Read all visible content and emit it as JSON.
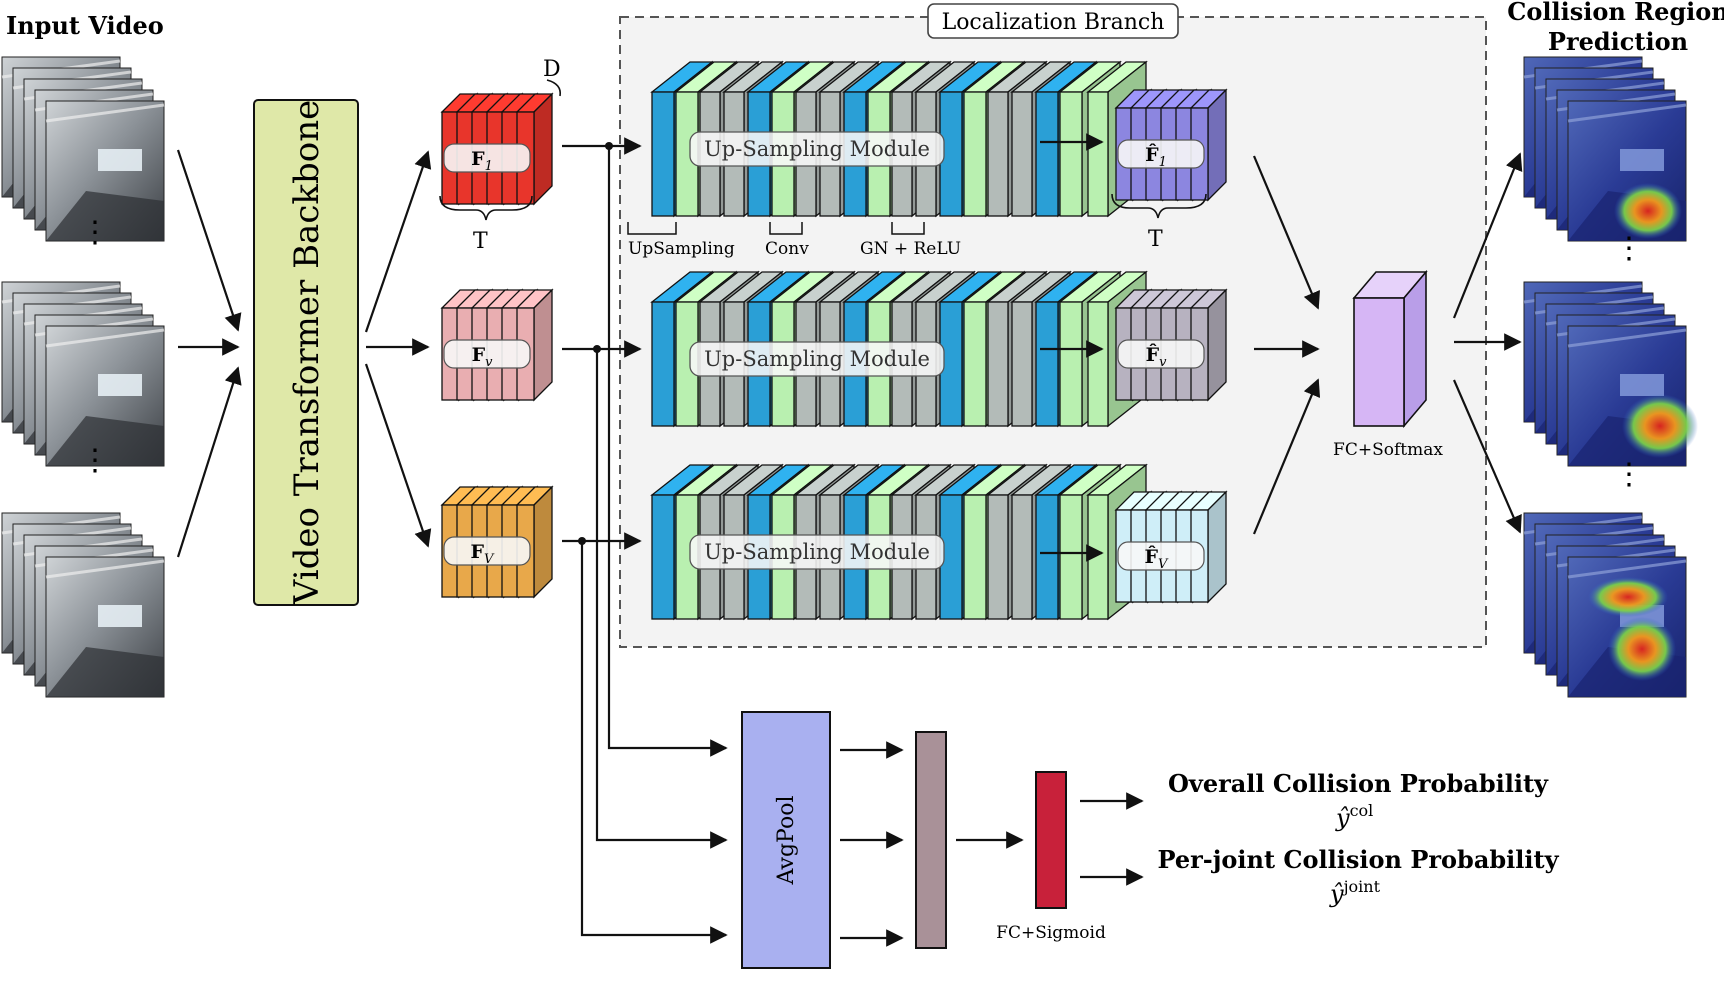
{
  "input": {
    "title": "Input Video",
    "dots": "⋮"
  },
  "backbone": {
    "label": "Video Transformer Backbone"
  },
  "features": {
    "d_label": "D",
    "t_label": "T",
    "items": [
      {
        "main": "F",
        "sub": "1",
        "color": "#e8352b"
      },
      {
        "main": "F",
        "sub": "v",
        "color": "#e9aeb1"
      },
      {
        "main": "F",
        "sub": "V",
        "color": "#e8a84a"
      }
    ]
  },
  "localization": {
    "title": "Localization Branch",
    "module_label": "Up-Sampling Module",
    "legend": {
      "upsampling": "UpSampling",
      "conv": "Conv",
      "gn_relu": "GN + ReLU"
    },
    "colors": {
      "blue": "#2a9fd6",
      "green": "#b9f0b0",
      "gray": "#b3bbb8"
    }
  },
  "refined": {
    "t_label": "T",
    "items": [
      {
        "main": "F̂",
        "sub": "1",
        "color": "#8c86e0"
      },
      {
        "main": "F̂",
        "sub": "v",
        "color": "#b7b2c0"
      },
      {
        "main": "F̂",
        "sub": "V",
        "color": "#cfeef8"
      }
    ]
  },
  "fc_softmax": {
    "label": "FC+Softmax",
    "color": "#d6b6f5"
  },
  "prediction": {
    "title_line1": "Collision Region",
    "title_line2": "Prediction",
    "dots": "⋮"
  },
  "classification": {
    "avgpool_label": "AvgPool",
    "avgpool_color": "#a9b0f0",
    "pooled_color": "#a99198",
    "fc_sigmoid_label": "FC+Sigmoid",
    "fc_sigmoid_color": "#c8213a",
    "overall_label": "Overall Collision Probability",
    "overall_symbol": "ŷ",
    "overall_sup": "col",
    "joint_label": "Per-joint Collision Probability",
    "joint_symbol": "ŷ",
    "joint_sup": "joint"
  }
}
